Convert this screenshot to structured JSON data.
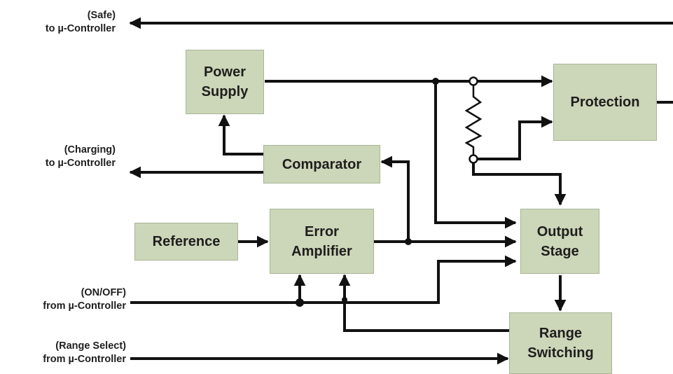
{
  "blocks": {
    "power_supply": [
      "Power",
      "Supply"
    ],
    "protection": [
      "Protection"
    ],
    "comparator": [
      "Comparator"
    ],
    "reference": [
      "Reference"
    ],
    "error_amplifier": [
      "Error",
      "Amplifier"
    ],
    "output_stage": [
      "Output",
      "Stage"
    ],
    "range_switching": [
      "Range",
      "Switching"
    ]
  },
  "external_signals": {
    "safe": [
      "(Safe)",
      "to µ-Controller"
    ],
    "charging": [
      "(Charging)",
      "to µ-Controller"
    ],
    "on_off": [
      "(ON/OFF)",
      "from µ-Controller"
    ],
    "range_select": [
      "(Range Select)",
      "from µ-Controller"
    ]
  },
  "colors": {
    "block_fill": "#ccd6b8",
    "block_border": "#a9b597",
    "wire": "#111111"
  }
}
